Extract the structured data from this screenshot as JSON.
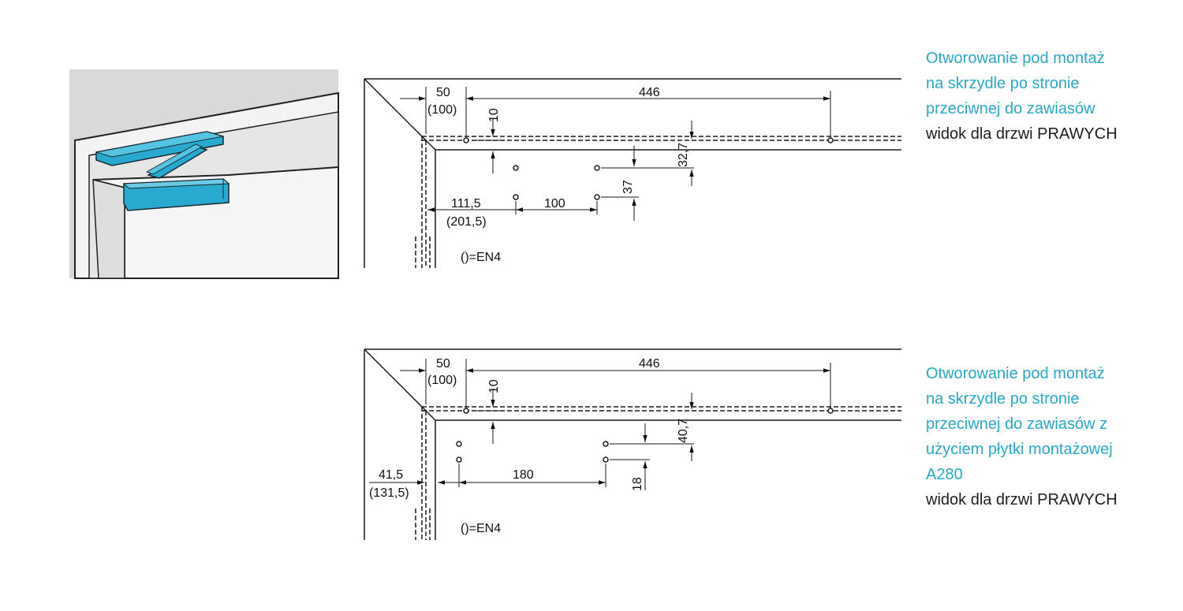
{
  "colors": {
    "accent_text": "#2aa7c9",
    "closer_body": "#28a9cf",
    "line": "#1a1a1a"
  },
  "figure_1": {
    "caption_lines": [
      "Otworowanie pod montaż",
      "na skrzydle po stronie",
      "przeciwnej do zawiasów"
    ],
    "caption_view": "widok dla drzwi PRAWYCH",
    "dims": {
      "d50": "50",
      "d100p": "(100)",
      "d446": "446",
      "d10": "10",
      "d32_7": "32,7",
      "d37": "37",
      "d111_5": "111,5",
      "d201_5p": "(201,5)",
      "d100": "100"
    },
    "note": "()=EN4"
  },
  "figure_2": {
    "caption_lines": [
      "Otworowanie pod montaż",
      "na skrzydle po stronie",
      "przeciwnej do zawiasów z",
      "użyciem płytki montażowej",
      "A280"
    ],
    "caption_view": "widok dla drzwi PRAWYCH",
    "dims": {
      "d50": "50",
      "d100p": "(100)",
      "d446": "446",
      "d10": "10",
      "d40_7": "40,7",
      "d18": "18",
      "d41_5": "41,5",
      "d131_5p": "(131,5)",
      "d180": "180"
    },
    "note": "()=EN4"
  },
  "illustration": {
    "icon": "door-closer-illustration"
  }
}
